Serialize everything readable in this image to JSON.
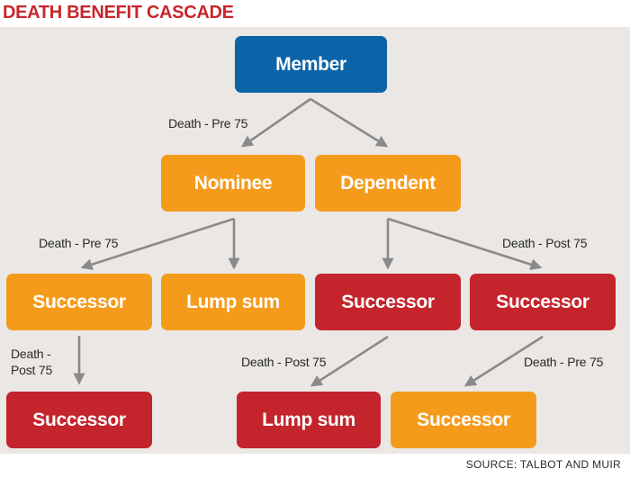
{
  "title": "DEATH BENEFIT CASCADE",
  "source": "SOURCE: TALBOT AND MUIR",
  "colors": {
    "member": "#0b64a8",
    "orange": "#f59b1c",
    "red": "#c4242c",
    "panel": "#eae7e4",
    "arrow": "#8a8a8a",
    "title": "#c9252c"
  },
  "nodes": {
    "member": "Member",
    "nominee": "Nominee",
    "dependent": "Dependent",
    "successor_1": "Successor",
    "lump_sum_1": "Lump sum",
    "successor_2": "Successor",
    "successor_3": "Successor",
    "successor_4": "Successor",
    "lump_sum_2": "Lump sum",
    "successor_5": "Successor"
  },
  "edge_labels": {
    "member_nominee": "Death - Pre 75",
    "nominee_successor": "Death - Pre 75",
    "dependent_successor": "Death - Post 75",
    "successor_successor": "Death -\nPost 75",
    "successor_lump_sum": "Death - Post 75",
    "successor_successor_2": "Death - Pre 75"
  }
}
